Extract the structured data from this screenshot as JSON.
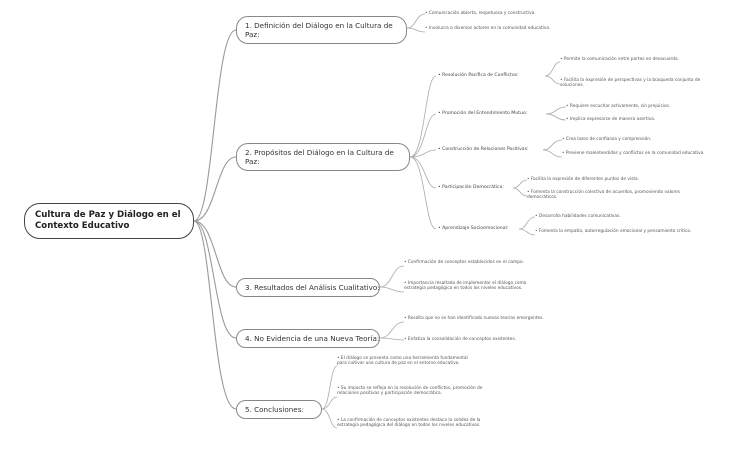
{
  "root": "Cultura de Paz y Diálogo en el Contexto Educativo",
  "b1": {
    "title": "1. Definición del Diálogo en la Cultura de Paz:",
    "leaves": [
      "Comunicación abierta, respetuosa y constructiva.",
      "Involucra a diversos actores en la comunidad educativa."
    ]
  },
  "b2": {
    "title": "2. Propósitos del Diálogo en la Cultura de Paz:",
    "subs": [
      {
        "label": "Resolución Pacífica de Conflictos:",
        "leaves": [
          "Permite la comunicación entre partes en desacuerdo.",
          "Facilita la expresión de perspectivas y la búsqueda conjunta de soluciones."
        ]
      },
      {
        "label": "Promoción del Entendimiento Mutuo:",
        "leaves": [
          "Requiere escuchar activamente, sin prejuicios.",
          "Implica expresarse de manera asertiva."
        ]
      },
      {
        "label": "Construcción de Relaciones Positivas:",
        "leaves": [
          "Crea lazos de confianza y comprensión.",
          "Previene malentendidos y conflictos en la comunidad educativa."
        ]
      },
      {
        "label": "Participación Democrática:",
        "leaves": [
          "Facilita la expresión de diferentes puntos de vista.",
          "Fomenta la construcción colectiva de acuerdos, promoviendo valores democráticos."
        ]
      },
      {
        "label": "Aprendizaje Socioemocional:",
        "leaves": [
          "Desarrolla habilidades comunicativas.",
          "Fomenta la empatía, autorregulación emocional y pensamiento crítico."
        ]
      }
    ]
  },
  "b3": {
    "title": "3. Resultados del Análisis Cualitativo:",
    "leaves": [
      "Confirmación de conceptos establecidos en el campo.",
      "Importancia resaltada de implementar el diálogo como estrategia pedagógica en todos los niveles educativos."
    ]
  },
  "b4": {
    "title": "4. No Evidencia de una Nueva Teoría:",
    "leaves": [
      "Resalta que no se han identificado nuevas teorías emergentes.",
      "Enfatiza la consolidación de conceptos existentes."
    ]
  },
  "b5": {
    "title": "5. Conclusiones:",
    "leaves": [
      "El diálogo se presenta como una herramienta fundamental para cultivar una cultura de paz en el entorno educativo.",
      "Su impacto se refleja en la resolución de conflictos, promoción de relaciones positivas y participación democrática.",
      "La confirmación de conceptos existentes destaca la solidez de la estrategia pedagógica del diálogo en todos los niveles educativos."
    ]
  }
}
